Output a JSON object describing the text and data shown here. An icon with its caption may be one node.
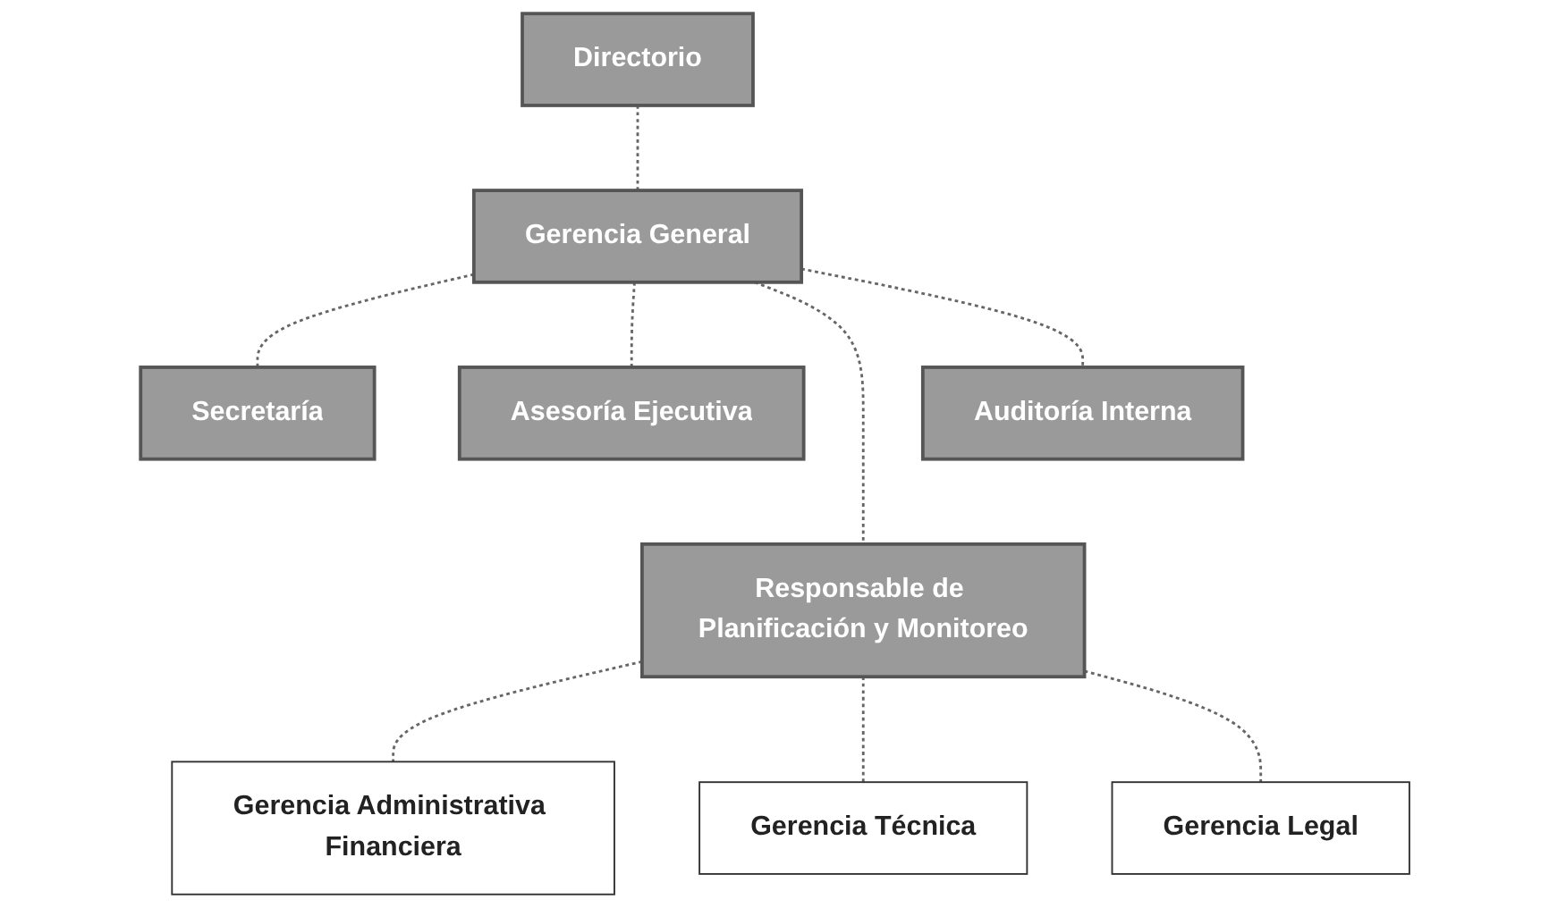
{
  "diagram": {
    "nodes": [
      {
        "text": [
          "Directorio"
        ]
      },
      {
        "text": [
          "Gerencia General"
        ]
      },
      {
        "text": [
          "Secretaría"
        ]
      },
      {
        "text": [
          "Asesoría Ejecutiva"
        ]
      },
      {
        "text": [
          "Auditoría Interna"
        ]
      },
      {
        "text": [
          "Responsable de Planificación y Monitoreo"
        ]
      },
      {
        "text": [
          "Gerencia Administrativa Financiera"
        ]
      },
      {
        "text": [
          "Gerencia Técnica"
        ]
      },
      {
        "text": [
          "Gerencia  Legal"
        ]
      }
    ],
    "edges": [
      {
        "from": 0,
        "to": 1,
        "arrow": "none",
        "style": "dashed"
      },
      {
        "from": 1,
        "to": 2,
        "arrow": "none",
        "style": "dashed"
      },
      {
        "from": 1,
        "to": 3,
        "arrow": "none",
        "style": "dashed"
      },
      {
        "from": 1,
        "to": 4,
        "arrow": "none",
        "style": "dashed"
      },
      {
        "from": 1,
        "to": 5,
        "arrow": "none",
        "style": "dashed"
      },
      {
        "from": 5,
        "to": 6,
        "arrow": "none",
        "style": "dashed"
      },
      {
        "from": 5,
        "to": 7,
        "arrow": "none",
        "style": "dashed"
      },
      {
        "from": 5,
        "to": 8,
        "arrow": "none",
        "style": "dashed"
      }
    ]
  }
}
